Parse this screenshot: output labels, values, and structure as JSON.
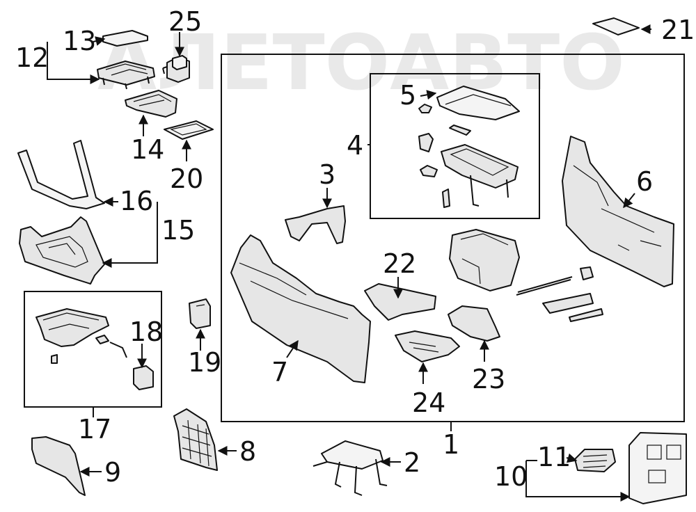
{
  "watermark": "АЛЕТОАВТО",
  "callouts": {
    "c1": "1",
    "c2": "2",
    "c3": "3",
    "c4": "4",
    "c5": "5",
    "c6": "6",
    "c7": "7",
    "c8": "8",
    "c9": "9",
    "c10": "10",
    "c11": "11",
    "c12": "12",
    "c13": "13",
    "c14": "14",
    "c15": "15",
    "c16": "16",
    "c17": "17",
    "c18": "18",
    "c19": "19",
    "c20": "20",
    "c21": "21",
    "c22": "22",
    "c23": "23",
    "c24": "24",
    "c25": "25"
  },
  "colors": {
    "line": "#111111",
    "part_fill": "#e6e6e6",
    "background": "#ffffff"
  }
}
